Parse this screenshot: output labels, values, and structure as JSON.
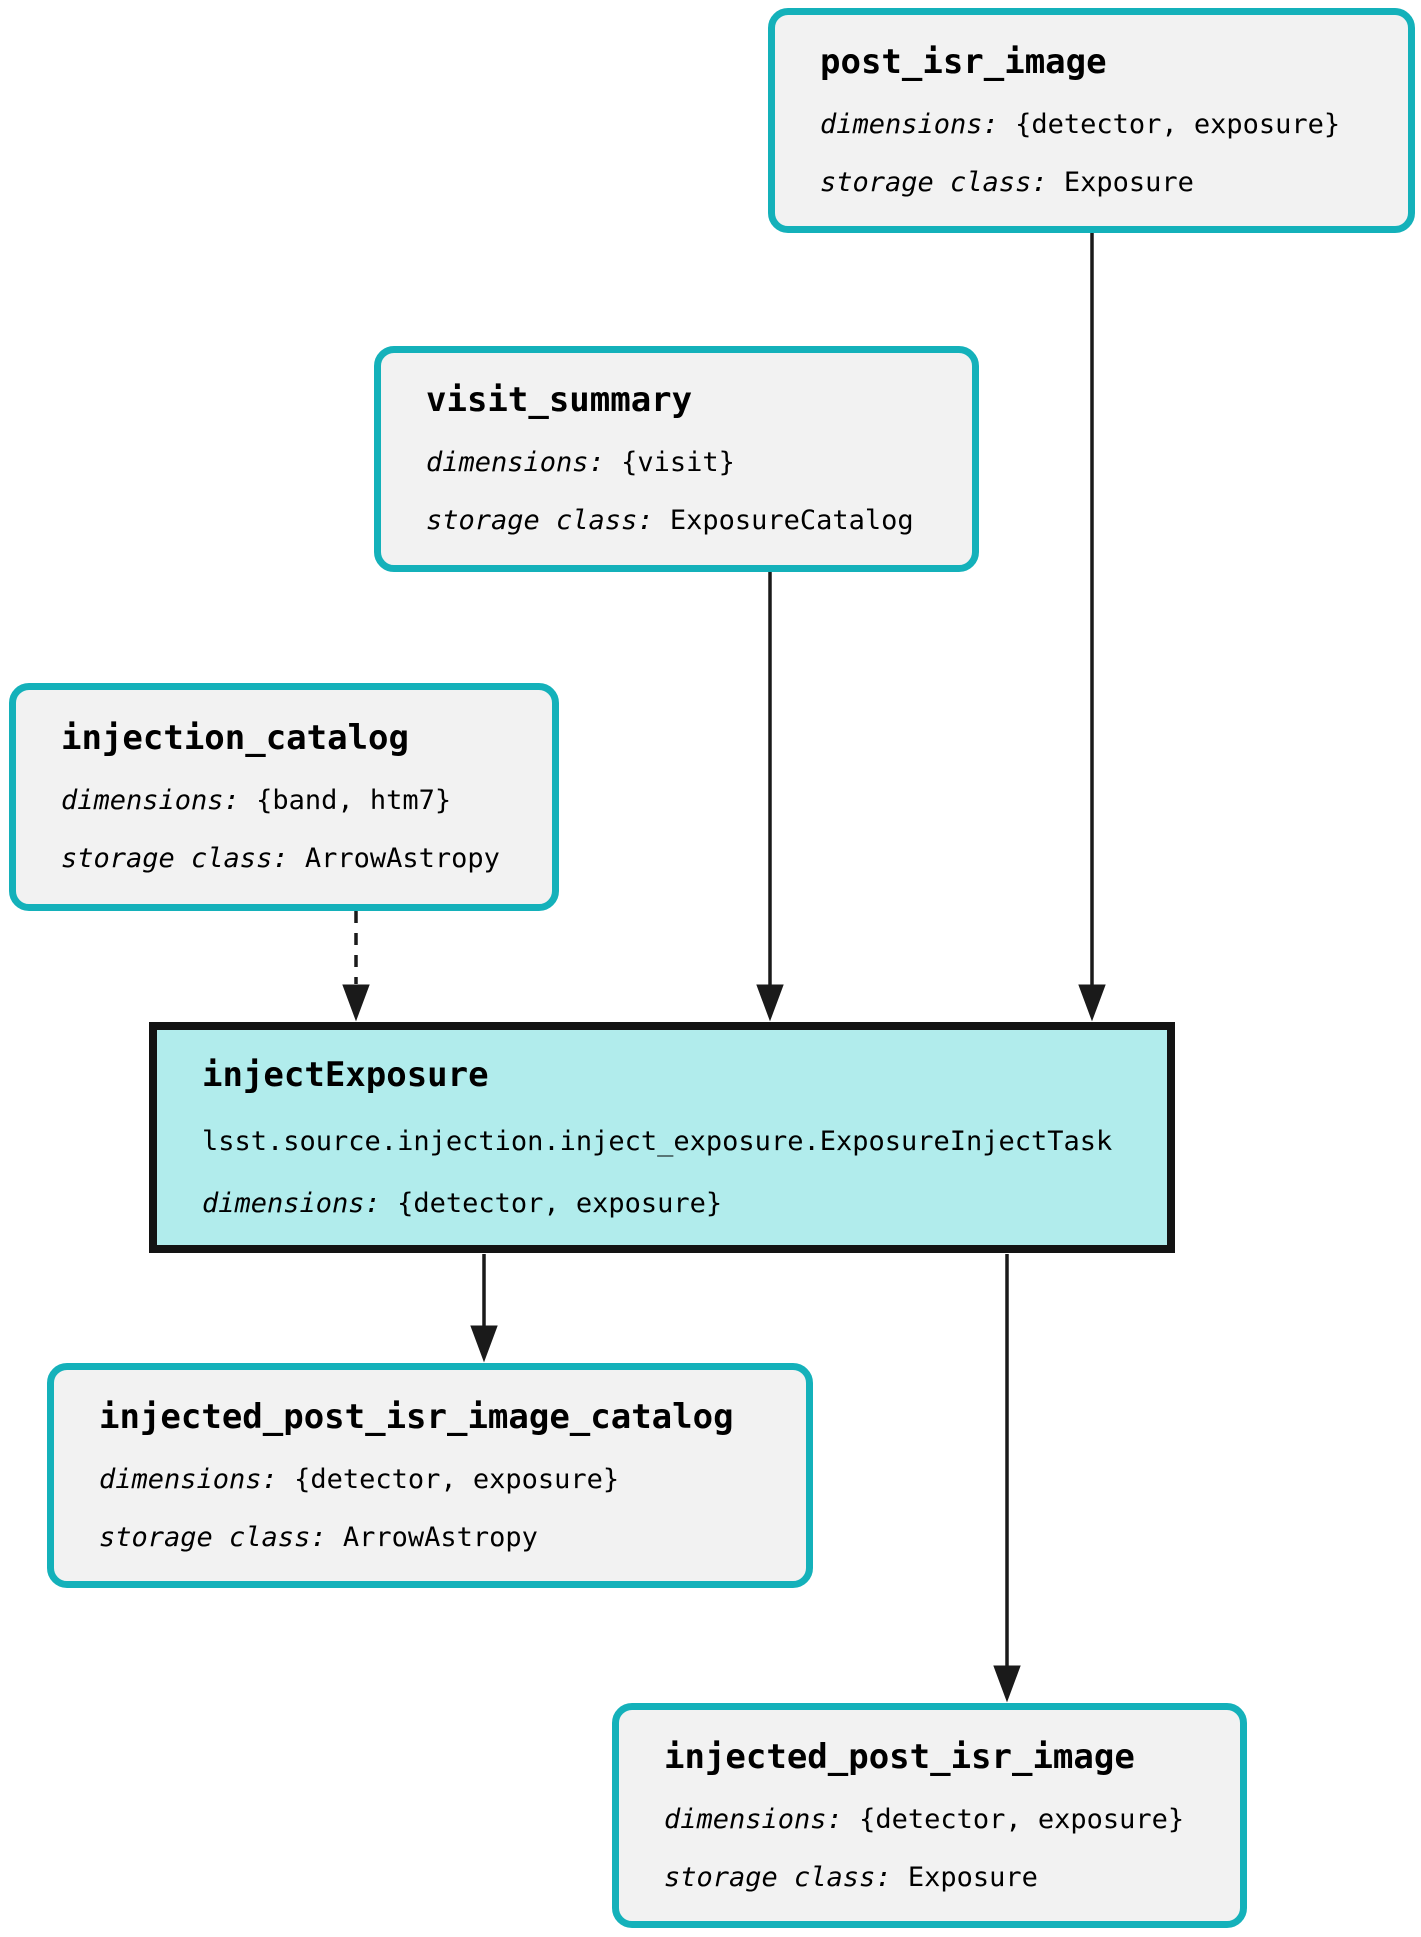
{
  "colors": {
    "accent": "#14b1ba",
    "dataset_fill": "#f2f2f2",
    "task_fill": "#b1ecec",
    "task_border": "#131313",
    "edge": "#1a1a1a",
    "text": "#000000",
    "background": "#ffffff"
  },
  "diagram": {
    "nodes": [
      {
        "id": "post_isr_image",
        "kind": "dataset",
        "title": "post_isr_image",
        "lines": [
          {
            "label": "dimensions:",
            "value": "{detector, exposure}"
          },
          {
            "label": "storage class:",
            "value": "Exposure"
          }
        ]
      },
      {
        "id": "visit_summary",
        "kind": "dataset",
        "title": "visit_summary",
        "lines": [
          {
            "label": "dimensions:",
            "value": "{visit}"
          },
          {
            "label": "storage class:",
            "value": "ExposureCatalog"
          }
        ]
      },
      {
        "id": "injection_catalog",
        "kind": "dataset",
        "title": "injection_catalog",
        "lines": [
          {
            "label": "dimensions:",
            "value": "{band, htm7}"
          },
          {
            "label": "storage class:",
            "value": "ArrowAstropy"
          }
        ]
      },
      {
        "id": "injectExposure",
        "kind": "task",
        "title": "injectExposure",
        "task_class": "lsst.source.injection.inject_exposure.ExposureInjectTask",
        "lines": [
          {
            "label": "dimensions:",
            "value": "{detector, exposure}"
          }
        ]
      },
      {
        "id": "injected_post_isr_image_catalog",
        "kind": "dataset",
        "title": "injected_post_isr_image_catalog",
        "lines": [
          {
            "label": "dimensions:",
            "value": "{detector, exposure}"
          },
          {
            "label": "storage class:",
            "value": "ArrowAstropy"
          }
        ]
      },
      {
        "id": "injected_post_isr_image",
        "kind": "dataset",
        "title": "injected_post_isr_image",
        "lines": [
          {
            "label": "dimensions:",
            "value": "{detector, exposure}"
          },
          {
            "label": "storage class:",
            "value": "Exposure"
          }
        ]
      }
    ],
    "edges": [
      {
        "from": "post_isr_image",
        "to": "injectExposure",
        "style": "solid"
      },
      {
        "from": "visit_summary",
        "to": "injectExposure",
        "style": "solid"
      },
      {
        "from": "injection_catalog",
        "to": "injectExposure",
        "style": "dashed"
      },
      {
        "from": "injectExposure",
        "to": "injected_post_isr_image_catalog",
        "style": "solid"
      },
      {
        "from": "injectExposure",
        "to": "injected_post_isr_image",
        "style": "solid"
      }
    ]
  }
}
